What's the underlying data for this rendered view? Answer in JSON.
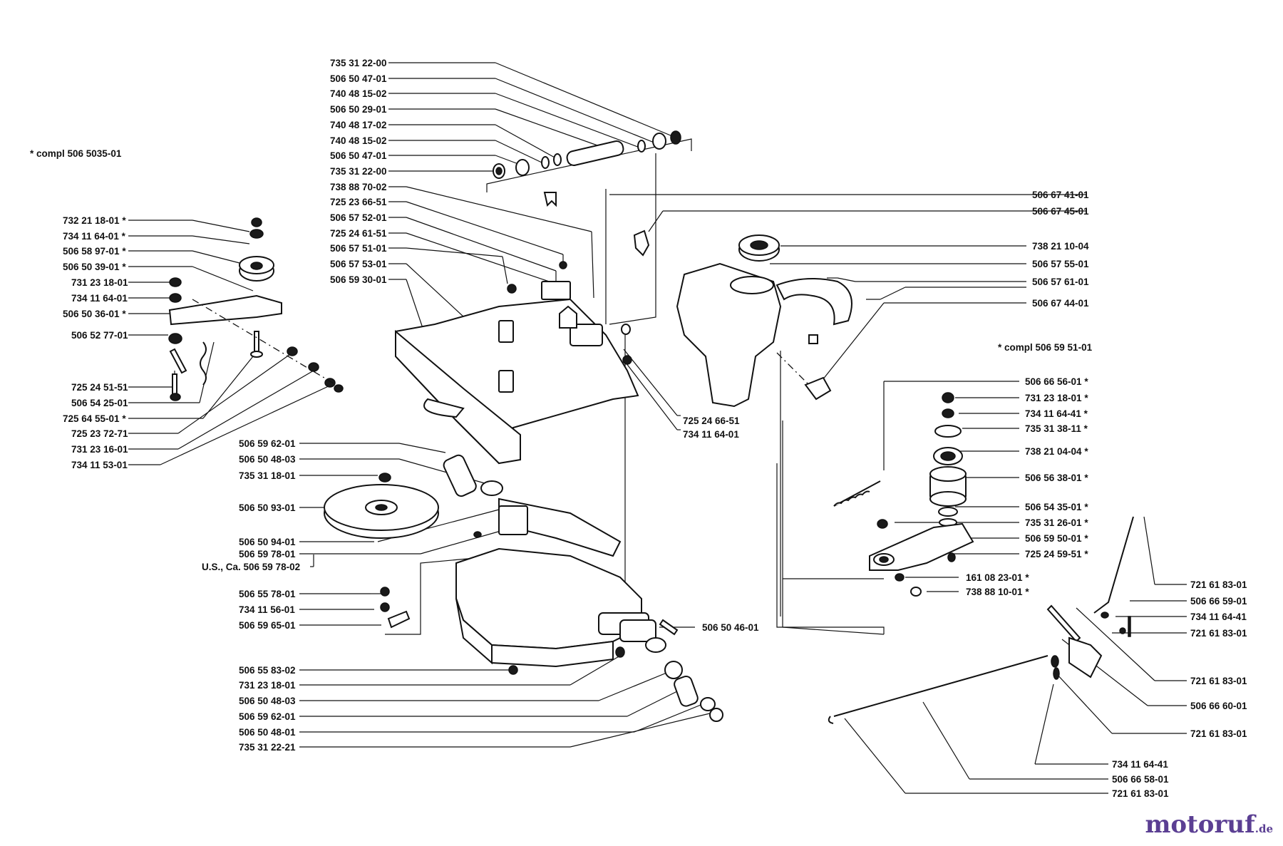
{
  "notes": {
    "left": "* compl 506 5035-01",
    "right": "* compl 506 59 51-01"
  },
  "watermark": {
    "brand": "motoruf",
    "tld": ".de"
  },
  "labels": [
    "735 31 22-00",
    "506 50 47-01",
    "740 48 15-02",
    "506 50 29-01",
    "740 48 17-02",
    "740 48 15-02",
    "506 50 47-01",
    "735 31 22-00",
    "738 88 70-02",
    "725 23 66-51",
    "506 57 52-01",
    "725 24 61-51",
    "506 57 51-01",
    "506 57 53-01",
    "506 59 30-01",
    "732 21 18-01 *",
    "734 11 64-01 *",
    "506 58 97-01 *",
    "506 50 39-01 *",
    "731 23 18-01",
    "734 11 64-01",
    "506 50 36-01 *",
    "506 52 77-01",
    "725 24 51-51",
    "506 54 25-01",
    "725 64 55-01 *",
    "725 23 72-71",
    "731 23 16-01",
    "734 11 53-01",
    "506 67 41-01",
    "506 67 45-01",
    "738 21 10-04",
    "506 57 55-01",
    "506 57 61-01",
    "506 67 44-01",
    "725 24 66-51",
    "734 11 64-01",
    "506 66 56-01 *",
    "731 23 18-01 *",
    "734 11 64-41 *",
    "735 31 38-11 *",
    "738 21 04-04 *",
    "506 56 38-01 *",
    "506 54 35-01 *",
    "735 31 26-01 *",
    "506 59 50-01 *",
    "725 24 59-51 *",
    "161 08 23-01 *",
    "738 88 10-01 *",
    "506 59 62-01",
    "506 50 48-03",
    "735 31 18-01",
    "506 50 93-01",
    "506 50 94-01",
    "506 59 78-01",
    "U.S., Ca. 506 59 78-02",
    "506 55 78-01",
    "734 11 56-01",
    "506 59 65-01",
    "506 50 46-01",
    "506 55 83-02",
    "731 23 18-01",
    "506 50 48-03",
    "506 59 62-01",
    "506 50 48-01",
    "735 31 22-21",
    "721 61 83-01",
    "506 66 59-01",
    "734 11 64-41",
    "721 61 83-01",
    "721 61 83-01",
    "506 66 60-01",
    "721 61 83-01",
    "734 11 64-41",
    "506 66 58-01",
    "721 61 83-01"
  ]
}
